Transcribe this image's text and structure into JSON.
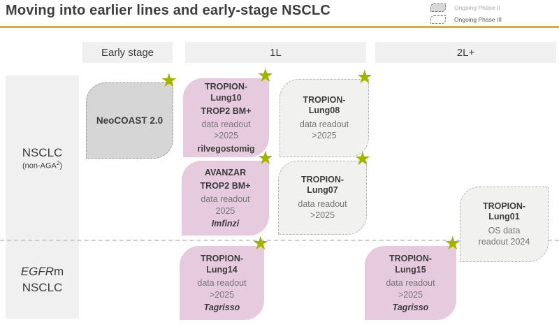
{
  "title": "Moving into earlier lines and early-stage NSCLC",
  "colors": {
    "accent_rule": "#F0AB00",
    "pink_card": "#E6CBDE",
    "phase2_card": "#D6D6D6",
    "phase3_card": "#F1F1F0",
    "star": "#A3B400",
    "header_bg": "#F0F0F0",
    "text_dark": "#3D3D3D",
    "text_gray": "#777777"
  },
  "legend": {
    "items": [
      {
        "label": "Ongoing Phase II"
      },
      {
        "label": "Ongoing Phase III"
      }
    ]
  },
  "columns": [
    {
      "label": "Early stage"
    },
    {
      "label": "1L"
    },
    {
      "label": "2L+"
    }
  ],
  "row_labels": [
    {
      "main": "NSCLC",
      "sub_prefix": "(non-AGA",
      "sub_sup": "2",
      "sub_suffix": ")"
    },
    {
      "gene": "EGFR",
      "gene_suffix": "m",
      "line2": "NSCLC"
    }
  ],
  "cards": [
    {
      "title1": "NeoCOAST 2.0"
    },
    {
      "title1": "TROPION-",
      "title2": "Lung10",
      "subtitle": "TROP2 BM+",
      "readout1": "data readout",
      "readout2": ">2025",
      "drug": "rilvegostomig"
    },
    {
      "title1": "TROPION-",
      "title2": "Lung08",
      "readout1": "data readout",
      "readout2": ">2025"
    },
    {
      "title1": "AVANZAR",
      "subtitle": "TROP2 BM+",
      "readout1": "data readout",
      "readout2": "2025",
      "drug": "Imfinzi"
    },
    {
      "title1": "TROPION-",
      "title2": "Lung07",
      "readout1": "data readout",
      "readout2": ">2025"
    },
    {
      "title1": "TROPION-",
      "title2": "Lung01",
      "readout1": "OS data",
      "readout2": "readout 2024"
    },
    {
      "title1": "TROPION-",
      "title2": "Lung14",
      "readout1": "data readout",
      "readout2": ">2025",
      "drug": "Tagrisso"
    },
    {
      "title1": "TROPION-",
      "title2": "Lung15",
      "readout1": "data readout",
      "readout2": ">2025",
      "drug": "Tagrisso"
    }
  ]
}
